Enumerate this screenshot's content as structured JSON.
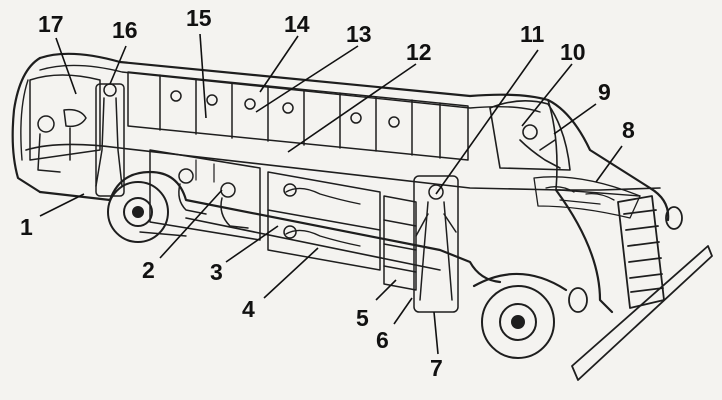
{
  "diagram": {
    "colors": {
      "ink": "#1e1e1e",
      "paper": "#f4f3f0",
      "shade": "#d8d6d1"
    },
    "callouts": [
      {
        "id": "c1",
        "label": "1"
      },
      {
        "id": "c2",
        "label": "2"
      },
      {
        "id": "c3",
        "label": "3"
      },
      {
        "id": "c4",
        "label": "4"
      },
      {
        "id": "c5",
        "label": "5"
      },
      {
        "id": "c6",
        "label": "6"
      },
      {
        "id": "c7",
        "label": "7"
      },
      {
        "id": "c8",
        "label": "8"
      },
      {
        "id": "c9",
        "label": "9"
      },
      {
        "id": "c10",
        "label": "10"
      },
      {
        "id": "c11",
        "label": "11"
      },
      {
        "id": "c12",
        "label": "12"
      },
      {
        "id": "c13",
        "label": "13"
      },
      {
        "id": "c14",
        "label": "14"
      },
      {
        "id": "c15",
        "label": "15"
      },
      {
        "id": "c16",
        "label": "16"
      },
      {
        "id": "c17",
        "label": "17"
      }
    ]
  }
}
